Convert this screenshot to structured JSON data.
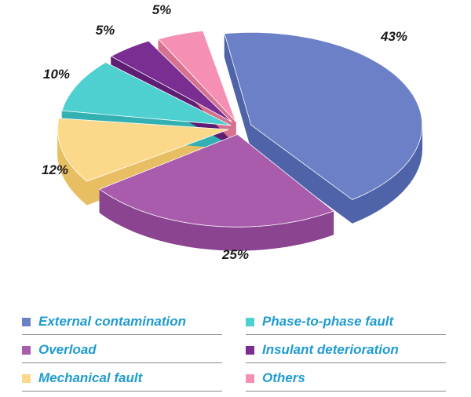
{
  "chart_data": {
    "type": "pie",
    "style": "3d-exploded",
    "slices": [
      {
        "label": "External contamination",
        "value": 43,
        "display": "43%",
        "color": "#6b80c6",
        "side_color": "#4f63a8"
      },
      {
        "label": "Overload",
        "value": 25,
        "display": "25%",
        "color": "#a95cac",
        "side_color": "#8b4590"
      },
      {
        "label": "Mechanical fault",
        "value": 12,
        "display": "12%",
        "color": "#fbd88a",
        "side_color": "#e8be62"
      },
      {
        "label": "Phase-to-phase fault",
        "value": 10,
        "display": "10%",
        "color": "#4fd0d0",
        "side_color": "#33b0b2"
      },
      {
        "label": "Insulant deterioration",
        "value": 5,
        "display": "5%",
        "color": "#7b2e92",
        "side_color": "#5e1e73"
      },
      {
        "label": "Others",
        "value": 5,
        "display": "5%",
        "color": "#f590b4",
        "side_color": "#d6718f"
      }
    ],
    "legend_placement": "bottom",
    "legend_columns": 2
  }
}
